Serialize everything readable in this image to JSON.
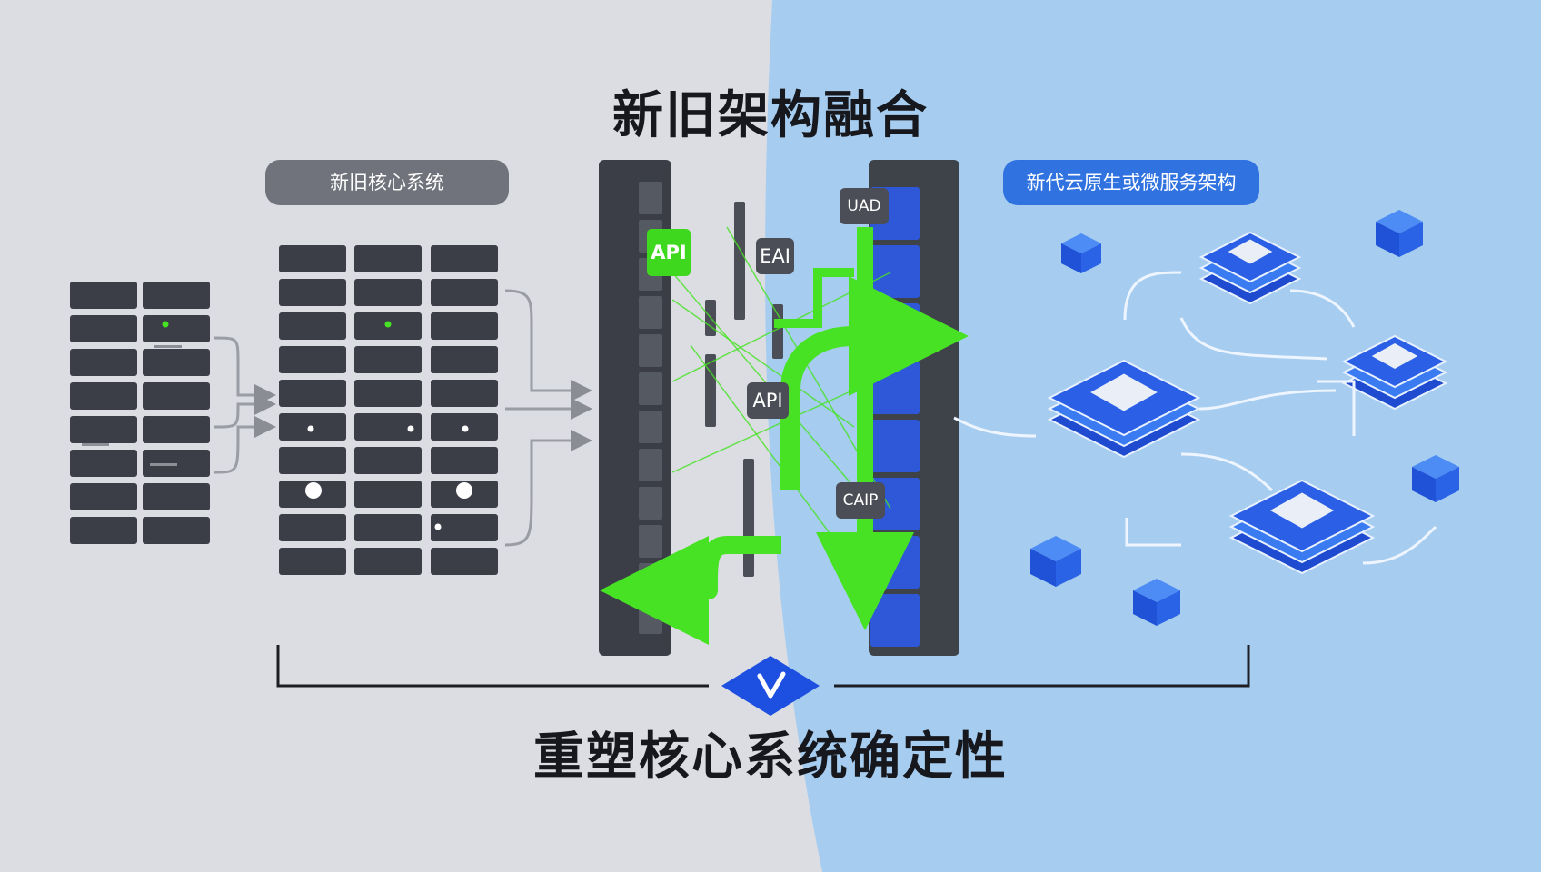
{
  "titles": {
    "main": "新旧架构融合",
    "bottom": "重塑核心系统确定性"
  },
  "panels": {
    "left_label": "新旧核心系统",
    "right_label": "新代云原生或微服务架构"
  },
  "gateway_labels": {
    "api_green": "API",
    "eai": "EAI",
    "api_mid": "API",
    "top_right": "UAD",
    "low_right": "CAIP"
  },
  "icons": {
    "badge": "v-badge-icon"
  },
  "colors": {
    "legacy_bg": "#dcdde3",
    "modern_bg": "#a6cdf0",
    "server_dark": "#3b3e46",
    "bridge_green": "#46e223",
    "cloud_blue": "#2a5fe0",
    "badge_blue": "#1d4fe0"
  }
}
